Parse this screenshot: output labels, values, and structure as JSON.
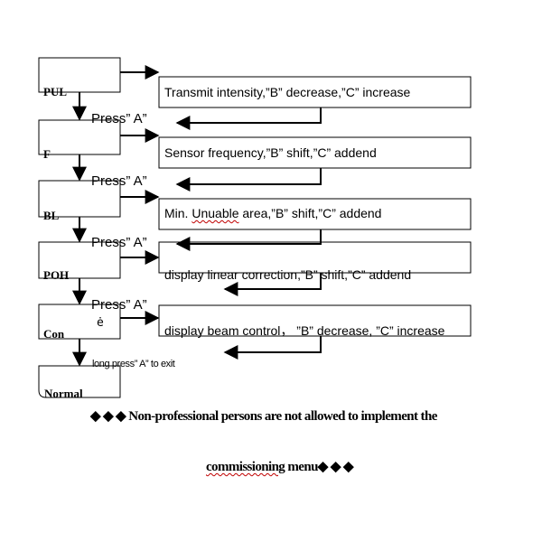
{
  "menu": [
    {
      "code": "PUL",
      "description": "Transmit intensity,”B” decrease,”C” increase"
    },
    {
      "code": "F",
      "description": "Sensor frequency,”B” shift,”C” addend"
    },
    {
      "code": "BL",
      "description_lead": "Min. ",
      "description_flag": "Unuable",
      "description_tail": " area,”B” shift,”C” addend"
    },
    {
      "code": "POH",
      "description": "display linear correction,”B” shift,”C” addend"
    },
    {
      "code": "Con",
      "indicator": "ė",
      "description": "display beam control， ”B” decrease, ”C” increase"
    }
  ],
  "press_label": "Press” A”",
  "exit_note": "long press” A” to exit",
  "final_state": "Normal",
  "warning": {
    "line1": "◆ ◆ ◆ Non-professional persons are not allowed to implement the",
    "line2_word": "commissioning",
    "line2_rest": " menu◆ ◆ ◆"
  }
}
